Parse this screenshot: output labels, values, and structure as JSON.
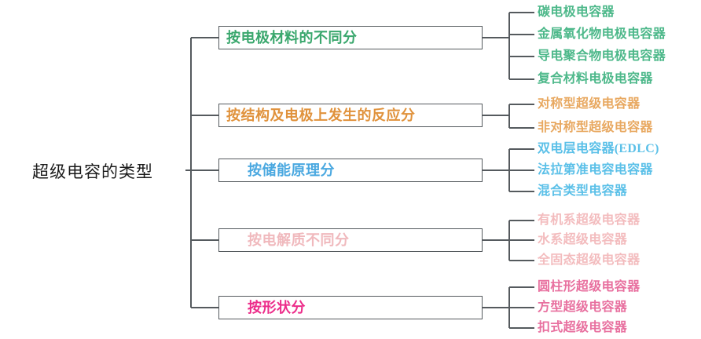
{
  "diagram": {
    "type": "mind-map",
    "root": {
      "label": "超级电容的类型"
    },
    "colors": {
      "line": "#555a5e",
      "root_text": "#1a1a1a",
      "branch_1": "#3aa76d",
      "branch_2": "#e0923c",
      "branch_3": "#4aa8e0",
      "branch_4": "#f0b9bd",
      "branch_5": "#ec2d8a",
      "leaf_1": "#4db88a",
      "leaf_2": "#e8a860",
      "leaf_3": "#5bc0e8",
      "leaf_4": "#f3bcbe",
      "leaf_5": "#e8709f"
    },
    "branches": [
      {
        "label": "按电极材料的不同分",
        "color": "#3aa76d",
        "leaf_color": "#4db88a",
        "align": "flush",
        "leaves": [
          "碳电极电容器",
          "金属氧化物电极电容器",
          "导电聚合物电极电容器",
          "复合材料电极电容器"
        ]
      },
      {
        "label": "按结构及电极上发生的反应分",
        "color": "#e0923c",
        "leaf_color": "#e8a860",
        "align": "flush",
        "leaves": [
          "对称型超级电容器",
          "非对称型超级电容器"
        ]
      },
      {
        "label": "按储能原理分",
        "color": "#4aa8e0",
        "leaf_color": "#5bc0e8",
        "align": "indent",
        "leaves": [
          "双电层电容器(EDLC)",
          "法拉第准电容电容器",
          "混合类型电容器"
        ]
      },
      {
        "label": "按电解质不同分",
        "color": "#f0b9bd",
        "leaf_color": "#f3bcbe",
        "align": "indent",
        "leaves": [
          "有机系超级电容器",
          "水系超级电容器",
          "全固态超级电容器"
        ]
      },
      {
        "label": "按形状分",
        "color": "#ec2d8a",
        "leaf_color": "#e8709f",
        "align": "indent",
        "leaves": [
          "圆柱形超级电容器",
          "方型超级电容器",
          "扣式超级电容器"
        ]
      }
    ]
  }
}
